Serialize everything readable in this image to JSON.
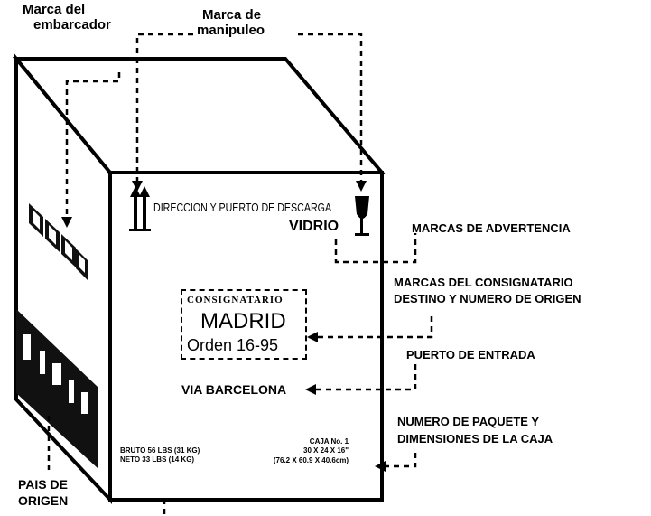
{
  "labels": {
    "shipper_mark": [
      "Marca del",
      "embarcador"
    ],
    "handling_mark": [
      "Marca de",
      "manipuleo"
    ],
    "warning_marks": "MARCAS DE  ADVERTENCIA",
    "consignee_marks": [
      "MARCAS DEL CONSIGNATARIO",
      "DESTINO Y NUMERO DE ORIGEN"
    ],
    "entry_port": "PUERTO DE ENTRADA",
    "package_number": [
      "NUMERO DE PAQUETE Y",
      "DIMENSIONES DE LA CAJA"
    ],
    "origin_country": [
      "PAIS DE",
      "ORIGEN"
    ]
  },
  "box": {
    "direction": "DIRECCION Y PUERTO DE DESCARGA",
    "fragile": "VIDRIO",
    "consignee_title": "CONSIGNATARIO",
    "city": "MADRID",
    "order": "Orden 16-95",
    "via": "VIA BARCELONA",
    "weight_lines": [
      "BRUTO 56 LBS (31 KG)",
      "NETO 33 LBS (14 KG)"
    ],
    "case_lines": [
      "CAJA No. 1",
      "30 X 24 X 16\"",
      "(76.2 X 60.9 X 40.6cm)"
    ]
  },
  "colors": {
    "ink": "#000000",
    "background": "#ffffff"
  }
}
